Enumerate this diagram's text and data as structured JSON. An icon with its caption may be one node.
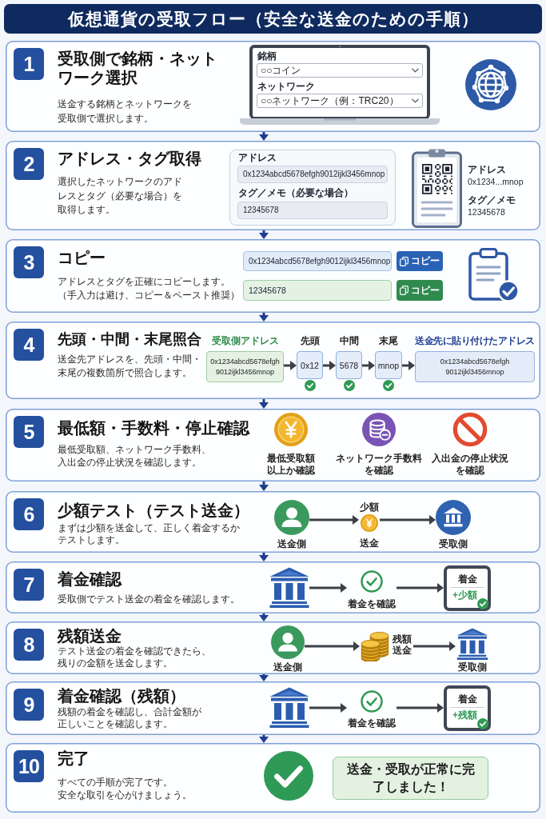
{
  "diagram": {
    "title": "仮想通貨の受取フロー（安全な送金のための手順）",
    "nodes": [
      {
        "text": [
          "受取側で銘柄・ネットワーク選択",
          "送金する銘柄とネットワークを受取側で選択します。"
        ]
      },
      {
        "text": [
          "1"
        ],
        "in": 0
      },
      {
        "text": [
          "アドレス・タグ取得",
          "選択したネットワークのアドレスとタグ（必要な場合）を取得します。"
        ]
      },
      {
        "text": [
          "2"
        ],
        "in": 2
      },
      {
        "text": [
          "コピー",
          "アドレスとタグを正確にコピーします。",
          "（手入力は避け、コピー＆ペースト推奨）"
        ]
      },
      {
        "text": [
          "3"
        ],
        "in": 4
      },
      {
        "text": [
          "先頭・中間・末尾照合",
          "送金先アドレスを、先頭・中間・末尾の複数箇所で照合します。"
        ]
      },
      {
        "text": [
          "4"
        ],
        "in": 6
      },
      {
        "text": [
          "受取側アドレス",
          "0x1234abcd5678efgh9012ijkl3456mnop"
        ],
        "in": 6
      },
      {
        "text": [
          "先頭",
          "0x12"
        ],
        "in": 6
      },
      {
        "text": [
          "中間",
          "5678"
        ],
        "in": 6
      },
      {
        "text": [
          "末尾",
          "mnop"
        ],
        "in": 6
      },
      {
        "text": [
          "送金先に貼り付けたアドレス",
          "0x1234abcd5678efgh9012ijkl3456mnop"
        ],
        "in": 6
      },
      {
        "text": [
          "最低額・手数料・停止確認",
          "最低受取額、ネットワーク手数料、入出金の停止状況を確認します。"
        ]
      },
      {
        "text": [
          "5"
        ],
        "in": 13
      },
      {
        "text": [
          "少額テスト（テスト送金）",
          "まずは少額を送金して、正しく着金するかテストします。"
        ]
      },
      {
        "text": [
          "6"
        ],
        "in": 15
      },
      {
        "text": [
          "送金側"
        ],
        "in": 15
      },
      {
        "text": [
          "少額",
          "送金"
        ],
        "in": 15
      },
      {
        "text": [
          "受取側"
        ],
        "in": 15
      },
      {
        "text": [
          "着金確認",
          "受取側でテスト送金の着金を確認します。"
        ]
      },
      {
        "text": [
          "7"
        ],
        "in": 20
      },
      {
        "text": [],
        "shape": "picture",
        "in": 20
      },
      {
        "text": [
          "着金を確認"
        ],
        "in": 20
      },
      {
        "text": [
          "着金",
          "+少額"
        ],
        "in": 20
      },
      {
        "text": [
          "残額送金",
          "テスト送金の着金を確認できたら、残りの金額を送金します。"
        ]
      },
      {
        "text": [
          "8"
        ],
        "in": 25
      },
      {
        "text": [
          "送金側"
        ],
        "in": 25
      },
      {
        "text": [
          "残額送金"
        ],
        "in": 25
      },
      {
        "text": [
          "受取側"
        ],
        "in": 25
      },
      {
        "text": [
          "着金確認（残額）",
          "残額の着金を確認し、合計金額が正しいことを確認します。"
        ]
      },
      {
        "text": [
          "9"
        ],
        "in": 30
      },
      {
        "text": [],
        "shape": "picture",
        "in": 30
      },
      {
        "text": [
          "着金を確認"
        ],
        "in": 30
      },
      {
        "text": [
          "着金",
          "+残額"
        ],
        "in": 30
      },
      {
        "text": [
          "完了",
          "すべての手順が完了です。",
          "安全な取引を心がけましょう。"
        ]
      },
      {
        "text": [
          "10"
        ],
        "in": 35
      },
      {
        "text": [
          "送金・受取が正常に完了しました！"
        ],
        "in": 35
      }
    ],
    "edges": [
      {
        "from": 0,
        "to": 2,
        "arrow": "to",
        "color": "#1e3f8f"
      },
      {
        "from": 2,
        "to": 4,
        "arrow": "to",
        "color": "#1e3f8f"
      },
      {
        "from": 4,
        "to": 6,
        "arrow": "to",
        "color": "#1e3f8f"
      },
      {
        "from": 6,
        "to": 13,
        "arrow": "to",
        "color": "#1e3f8f"
      },
      {
        "from": 13,
        "to": 15,
        "arrow": "to",
        "color": "#1e3f8f"
      },
      {
        "from": 15,
        "to": 20,
        "arrow": "to",
        "color": "#1e3f8f"
      },
      {
        "from": 20,
        "to": 25,
        "arrow": "to",
        "color": "#1e3f8f"
      },
      {
        "from": 25,
        "to": 30,
        "arrow": "to",
        "color": "#1e3f8f"
      },
      {
        "from": 30,
        "to": 35,
        "arrow": "to",
        "color": "#1e3f8f"
      },
      {
        "from": 8,
        "to": 9,
        "arrow": "to"
      },
      {
        "from": 9,
        "to": 10,
        "arrow": "to"
      },
      {
        "from": 10,
        "to": 11,
        "arrow": "to"
      },
      {
        "from": 11,
        "to": 12,
        "arrow": "to"
      },
      {
        "from": 17,
        "to": 18,
        "arrow": "to"
      },
      {
        "from": 18,
        "to": 19,
        "arrow": "to"
      },
      {
        "from": 22,
        "to": 23,
        "arrow": "to"
      },
      {
        "from": 23,
        "to": 24,
        "arrow": "to"
      },
      {
        "from": 27,
        "to": 28,
        "arrow": "to"
      },
      {
        "from": 28,
        "to": 29,
        "arrow": "to"
      },
      {
        "from": 32,
        "to": 33,
        "arrow": "to"
      },
      {
        "from": 33,
        "to": 34,
        "arrow": "to"
      }
    ],
    "labels": [
      "銘柄",
      "○○コイン",
      "ネットワーク",
      "○○ネットワーク（例：TRC20）",
      "アドレス",
      "0x1234abcd5678efgh9012ijkl3456mnop",
      "タグ／メモ（必要な場合）",
      "12345678",
      "アドレス",
      "0x1234...mnop",
      "タグ／メモ",
      "12345678",
      "0x1234abcd5678efgh9012ijkl3456mnop",
      "コピー",
      "12345678",
      "コピー",
      "最低受取額以上か確認",
      "ネットワーク手数料を確認",
      "入出金の停止状況を確認"
    ]
  }
}
